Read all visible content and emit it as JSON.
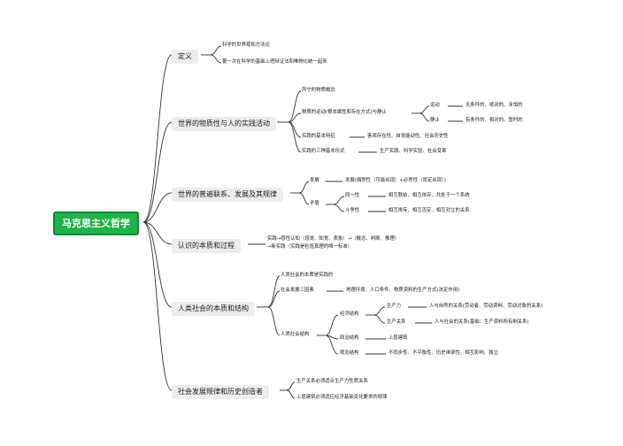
{
  "root": {
    "label": "马克思主义哲学"
  },
  "branches": {
    "definition": {
      "label": "定义",
      "items": [
        "科学的世界观和方法论",
        "第一次在科学的基础上把辩证法和唯物论统一起来"
      ]
    },
    "material": {
      "label": "世界的物质性与人的实践活动",
      "item1": "列宁的物质概念",
      "motion": {
        "label": "物质的运动(根本属性和存在方式)与静止",
        "movement": {
          "label": "运动",
          "desc": "无条件的、绝对的、永恒的"
        },
        "stillness": {
          "label": "静止",
          "desc": "有条件的、相对的、暂时的"
        }
      },
      "practice_features": {
        "label": "实践的基本特征",
        "desc": "客观存在性、自觉能动性、社会历史性"
      },
      "practice_forms": {
        "label": "实践的三种基本形式",
        "desc": "生产实践、科学实验、社会变革"
      }
    },
    "connection": {
      "label": "世界的普遍联系、发展及其规律",
      "development": {
        "label": "发展",
        "desc": "发展(偶然性（可能出现）+必然性（肯定出现）)"
      },
      "contradiction": {
        "label": "矛盾",
        "identity": {
          "label": "同一性",
          "desc": "相互联结、相互依存、共处于一个系统"
        },
        "struggle": {
          "label": "斗争性",
          "desc": "相互排斥、相互否定、相互对立的关系"
        }
      }
    },
    "cognition": {
      "label": "认识的本质和过程",
      "lines": [
        "实践→感性认知（感觉、知觉、表象）→（概念、判断、推理）",
        "→新实践（实践是检验真理的唯一标准）"
      ]
    },
    "society": {
      "label": "人类社会的本质和结构",
      "item1": "人类社会的本质是实践的",
      "three_factors": {
        "label": "社会发展三因素",
        "desc": "地理环境、人口条件、物质资料的生产方式(决定作用)"
      },
      "structure": {
        "label": "人类社会结构",
        "economic": {
          "label": "经济结构",
          "productivity": {
            "label": "生产力",
            "desc": "人与自然的关系(劳动者、劳动资料、劳动对象的关系)"
          },
          "relations": {
            "label": "生产关系",
            "desc": "人与社会的关系(基础：生产资料所有制关系)"
          }
        },
        "political": {
          "label": "政治结构",
          "desc": "上层建筑"
        },
        "ideological": {
          "label": "观念结构",
          "desc": "不同步性、不平衡性、历史继承性、相互影响、独立"
        }
      }
    },
    "laws": {
      "label": "社会发展规律和历史创造者",
      "items": [
        "生产关系必须适合生产力性质关系",
        "上层建筑必须适应经济基础变化要求的规律"
      ]
    }
  }
}
